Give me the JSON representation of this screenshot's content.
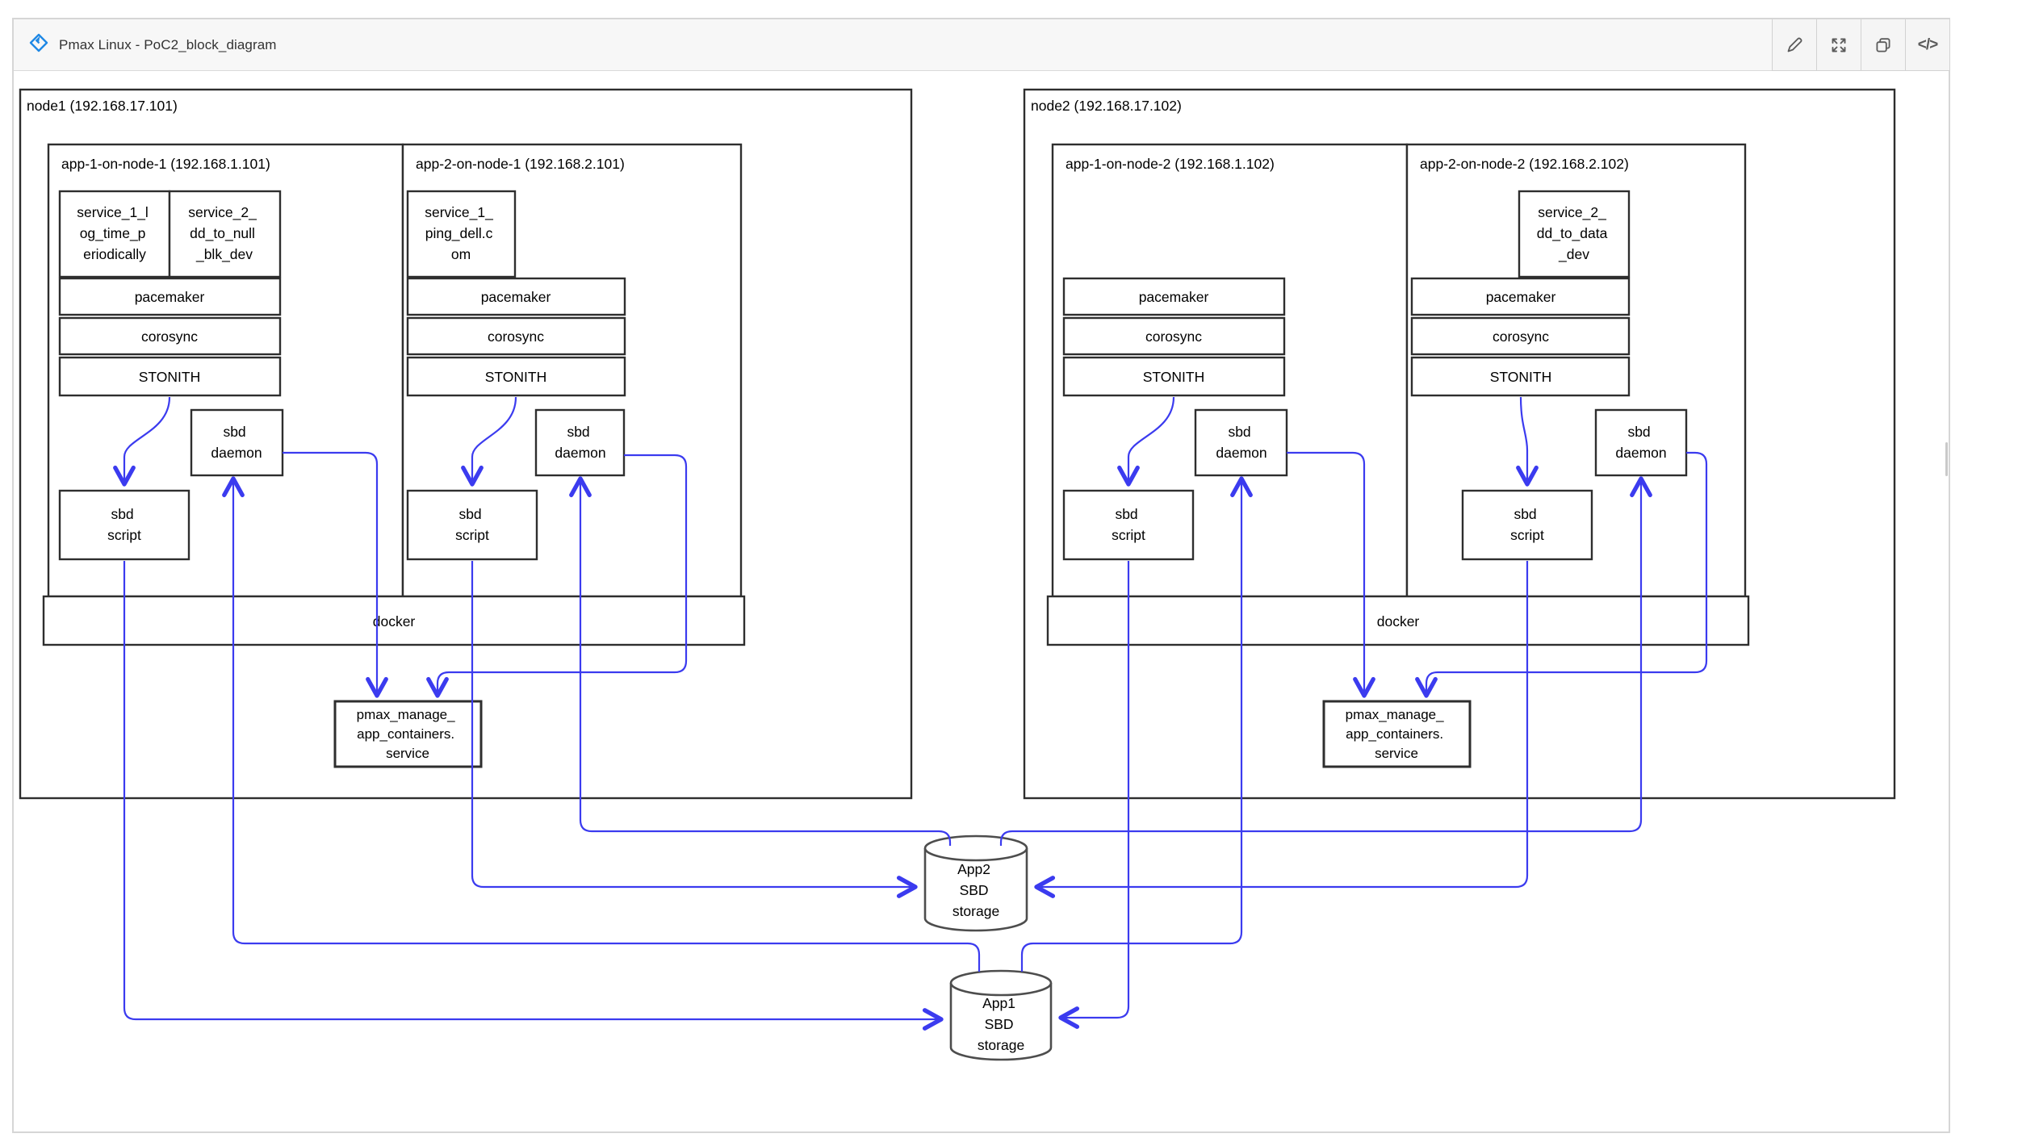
{
  "header": {
    "title": "Pmax Linux - PoC2_block_diagram",
    "logo_icon": "drawio-diamond-icon",
    "logo_color": "#1e88e5",
    "toolbar": {
      "edit_icon": "pencil-icon",
      "fullscreen_icon": "expand-icon",
      "copy_icon": "copy-icon",
      "code_icon": "code-icon",
      "code_glyph": "</>"
    }
  },
  "diagram": {
    "colors": {
      "connector": "#3b3bef",
      "box_border": "#2e2e2e"
    },
    "shared": {
      "stack": [
        "pacemaker",
        "corosync",
        "STONITH"
      ],
      "sbd_daemon": [
        "sbd",
        "daemon"
      ],
      "sbd_script": [
        "sbd",
        "script"
      ],
      "docker": "docker",
      "pmax_service": [
        "pmax_manage_",
        "app_containers.",
        "service"
      ]
    },
    "node1": {
      "label": "node1 (192.168.17.101)",
      "app1": {
        "label": "app-1-on-node-1 (192.168.1.101)",
        "service1": [
          "service_1_l",
          "og_time_p",
          "eriodically"
        ],
        "service2": [
          "service_2_",
          "dd_to_null",
          "_blk_dev"
        ]
      },
      "app2": {
        "label": "app-2-on-node-1 (192.168.2.101)",
        "service1": [
          "service_1_",
          "ping_dell.c",
          "om"
        ]
      }
    },
    "node2": {
      "label": "node2 (192.168.17.102)",
      "app1": {
        "label": "app-1-on-node-2 (192.168.1.102)"
      },
      "app2": {
        "label": "app-2-on-node-2 (192.168.2.102)",
        "service2": [
          "service_2_",
          "dd_to_data",
          "_dev"
        ]
      }
    },
    "storage": {
      "app2_sbd": [
        "App2",
        "SBD",
        "storage"
      ],
      "app1_sbd": [
        "App1",
        "SBD",
        "storage"
      ]
    }
  }
}
